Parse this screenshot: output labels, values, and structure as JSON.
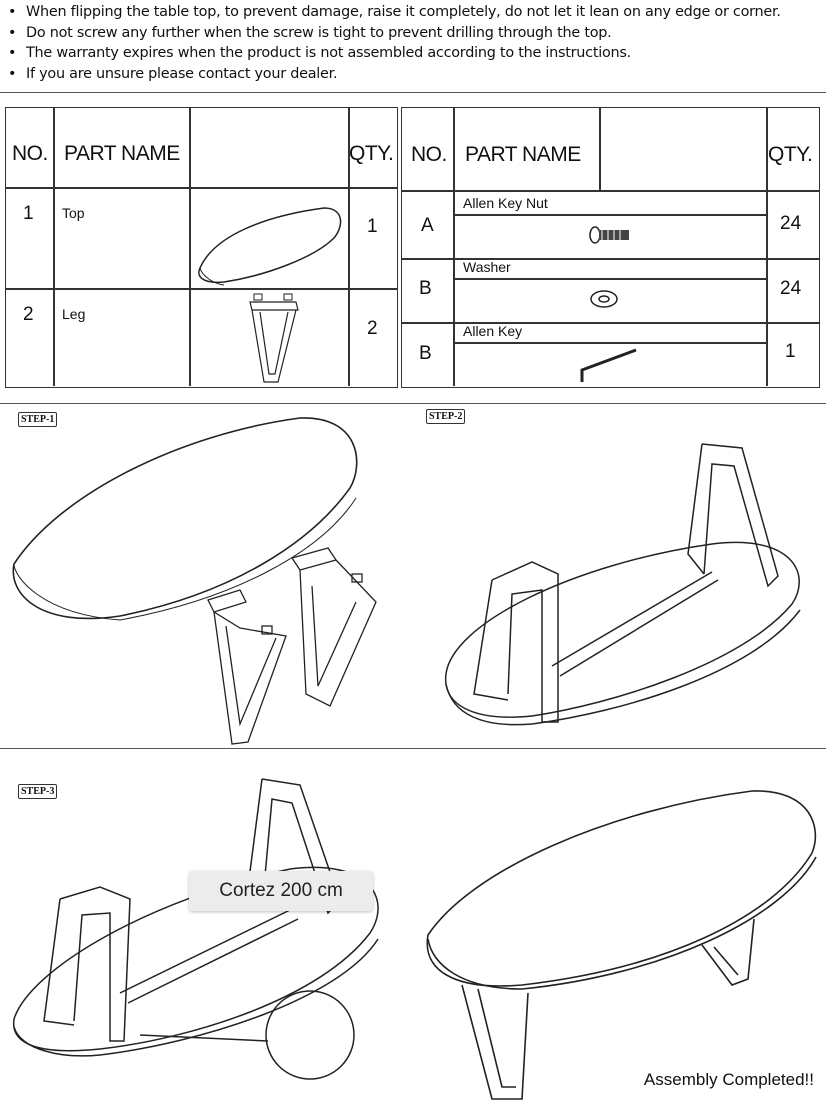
{
  "notes": [
    "When flipping the table top, to prevent damage, raise it completely, do not let it lean on any edge or corner.",
    "Do not screw any further when the screw is tight to prevent drilling through the top.",
    "The warranty expires when the product is not assembled according to the instructions.",
    "If you are unsure please contact your dealer."
  ],
  "parts_left": {
    "headers": {
      "no": "NO.",
      "name": "PART NAME",
      "qty": "QTY."
    },
    "rows": [
      {
        "no": "1",
        "name": "Top",
        "qty": "1",
        "icon": "table-top-icon"
      },
      {
        "no": "2",
        "name": "Leg",
        "qty": "2",
        "icon": "table-leg-icon"
      }
    ]
  },
  "parts_right": {
    "headers": {
      "no": "NO.",
      "name": "PART NAME",
      "qty": "QTY."
    },
    "rows": [
      {
        "no": "A",
        "name": "Allen Key Nut",
        "qty": "24",
        "icon": "bolt-icon"
      },
      {
        "no": "B",
        "name": "Washer",
        "qty": "24",
        "icon": "washer-icon"
      },
      {
        "no": "B",
        "name": "Allen Key",
        "qty": "1",
        "icon": "allen-key-icon"
      }
    ]
  },
  "steps": {
    "step1": "STEP-1",
    "step2": "STEP-2",
    "step3": "STEP-3"
  },
  "tooltip": "Cortez 200 cm",
  "completed": "Assembly Completed!!"
}
